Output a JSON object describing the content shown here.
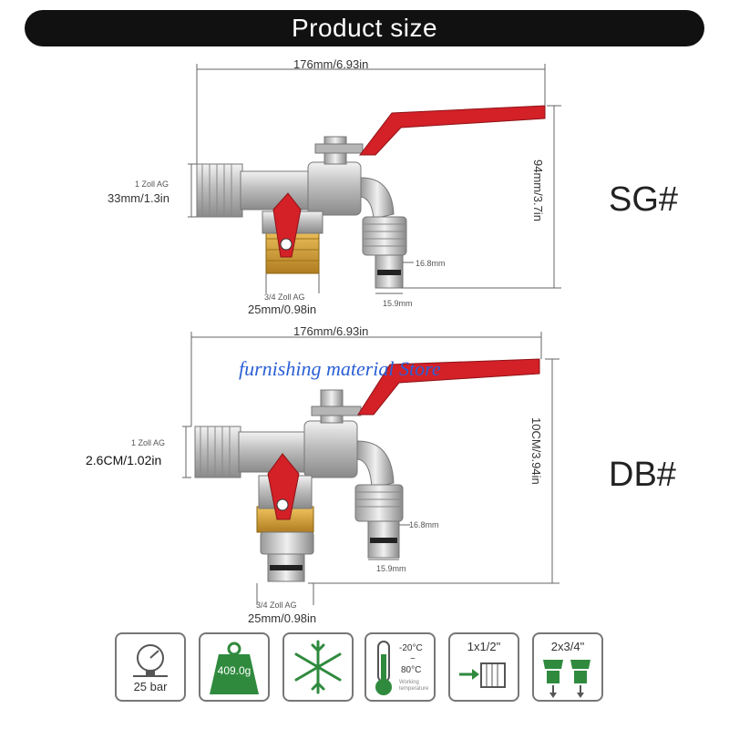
{
  "banner": {
    "title": "Product size"
  },
  "sg": {
    "width": "176mm/6.93in",
    "height": "94mm/3.7in",
    "inlet_thread": "1 Zoll AG",
    "inlet_size": "33mm/1.3in",
    "outlet_thread": "3/4 Zoll AG",
    "outlet_size": "25mm/0.98in",
    "nozzle_size": "16.8mm",
    "nozzle_width": "15.9mm",
    "label": "SG#"
  },
  "db": {
    "width": "176mm/6.93in",
    "height": "10CM/3.94in",
    "inlet_thread": "1 Zoll AG",
    "inlet_size": "2.6CM/1.02in",
    "outlet_thread": "3/4 Zoll AG",
    "outlet_size": "25mm/0.98in",
    "nozzle_size": "16.8mm",
    "nozzle_width": "15.9mm",
    "label": "DB#"
  },
  "watermark": "furnishing material Store",
  "features": [
    {
      "icon": "pressure-gauge-icon",
      "label": "25 bar"
    },
    {
      "icon": "weight-icon",
      "label": "409.0g"
    },
    {
      "icon": "snowflake-icon",
      "label": ""
    },
    {
      "icon": "thermometer-icon",
      "temp_low": "-20°C",
      "temp_sep": "~",
      "temp_high": "80°C",
      "note": "Working temperature"
    },
    {
      "icon": "thread-connector-icon",
      "label": "1x1/2\""
    },
    {
      "icon": "hose-connectors-icon",
      "label": "2x3/4\""
    }
  ],
  "colors": {
    "banner": "#111111",
    "handle": "#d42027",
    "chrome": "#c9c9c9",
    "brass": "#d4a23a",
    "badge_green": "#2f8a3e",
    "watermark": "#2a5fd6"
  }
}
